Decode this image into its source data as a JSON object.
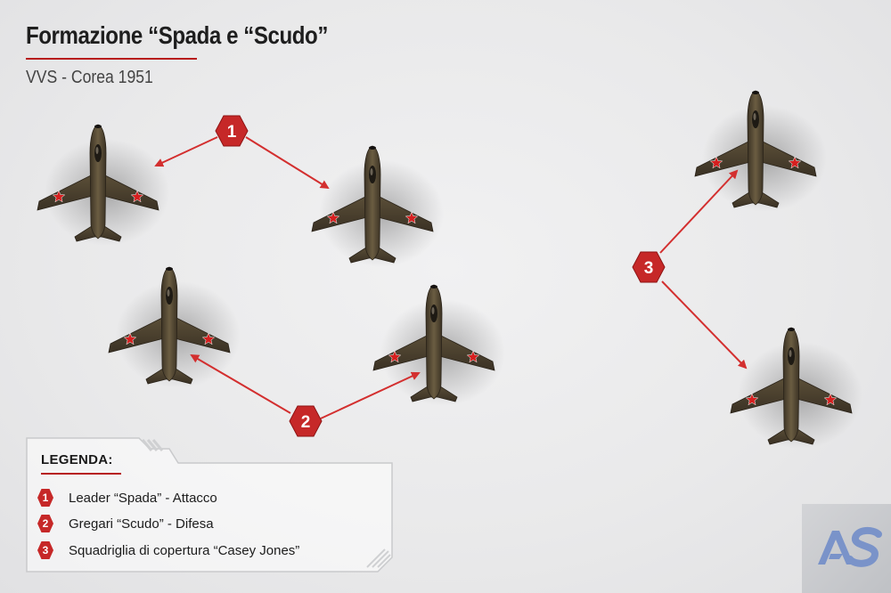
{
  "header": {
    "title": "Formazione “Spada e “Scudo”",
    "subtitle": "VVS - Corea 1951"
  },
  "colors": {
    "accent": "#c62828",
    "arrow": "#d32f2f",
    "aircraft_body": "#4a3f2c",
    "roundel_star": "#d61f1f"
  },
  "badges": [
    {
      "label": "1"
    },
    {
      "label": "2"
    },
    {
      "label": "3"
    }
  ],
  "legend": {
    "title": "LEGENDA:",
    "items": [
      {
        "num": "1",
        "label": "Leader “Spada” - Attacco"
      },
      {
        "num": "2",
        "label": "Gregari “Scudo”  - Difesa"
      },
      {
        "num": "3",
        "label": "Squadriglia di copertura “Casey Jones”"
      }
    ]
  },
  "logo": {
    "text": "AS"
  }
}
